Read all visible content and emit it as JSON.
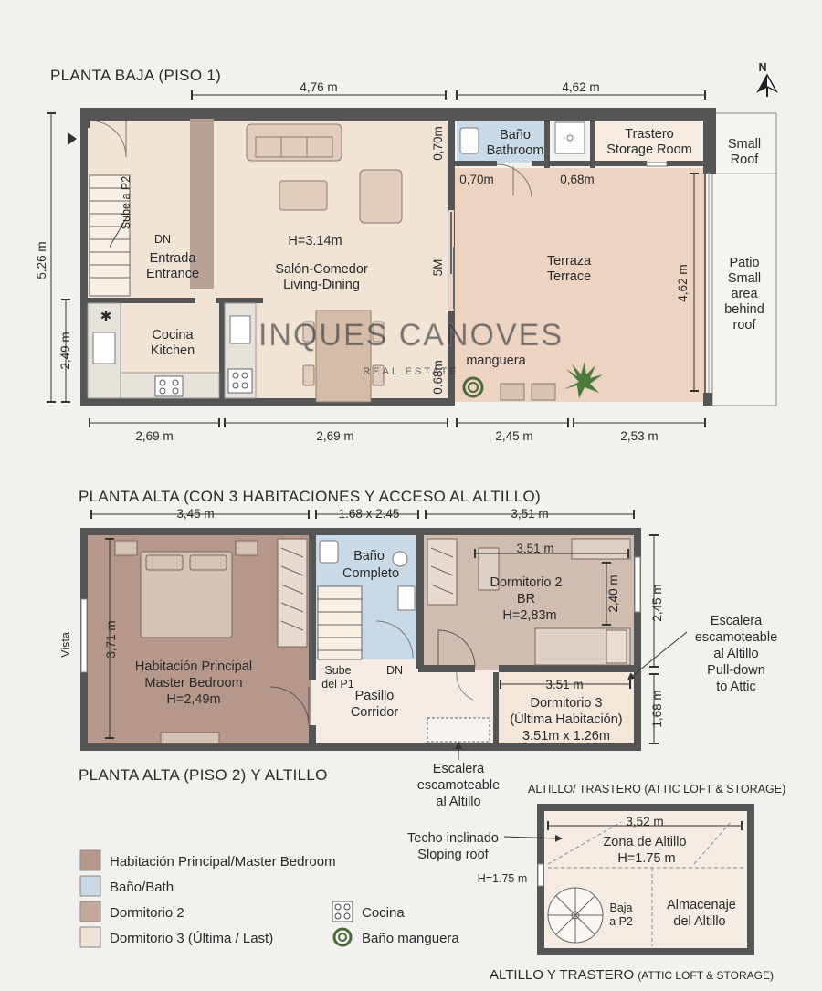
{
  "colors": {
    "wall": "#555555",
    "living": "#f1e4d4",
    "terrace": "#ecd3c2",
    "bath": "#c9d9e6",
    "master": "#b6978b",
    "bedroom2": "#cfbdb2",
    "bedroom3": "#f5e6da",
    "attic": "#f4ece2"
  },
  "compass": {
    "label": "N"
  },
  "watermark": {
    "brand": "INQUES CANOVES",
    "sub": "REAL ESTATE"
  },
  "ground": {
    "title": "PLANTA BAJA (PISO 1)",
    "dims": {
      "top_left": "4,76 m",
      "top_right": "4,62 m",
      "left_total": "5,26 m",
      "left_lower": "2,49 m",
      "bottom": [
        "2,69 m",
        "2,69 m",
        "2,45 m",
        "2,53 m"
      ]
    },
    "rooms": {
      "bath": [
        "Baño",
        "Bathroom"
      ],
      "storage": [
        "Trastero",
        "Storage Room"
      ],
      "small_roof": [
        "Small",
        "Roof"
      ],
      "patio": [
        "Patio",
        "Small",
        "area",
        "behind",
        "roof"
      ],
      "living": [
        "Salón-Comedor",
        "Living-Dining"
      ],
      "living_h": "H=3.14m",
      "terrace": [
        "Terraza",
        "Terrace"
      ],
      "entrance": [
        "Entrada",
        "Entrance"
      ],
      "kitchen": [
        "Cocina",
        "Kitchen"
      ],
      "stairs_up": "Sube a P2",
      "dn": "DN",
      "manguera": "manguera"
    },
    "inner_dims": {
      "bath_w": "0,70m",
      "storage_w": "0,68m",
      "bath_v": "0,70m",
      "mid_v": "5M",
      "low_v": "0.68m",
      "terrace_v": "4,62 m"
    }
  },
  "upper": {
    "title": "PLANTA ALTA (CON 3 HABITACIONES Y ACCESO AL ALTILLO)",
    "bottom_title": "PLANTA ALTA (PISO 2) Y ALTILLO",
    "dims": {
      "top": [
        "3,45 m",
        "1.68 x 2.45",
        "3,51 m"
      ],
      "right_upper": "2,45 m",
      "right_lower": "1,68 m"
    },
    "rooms": {
      "master": [
        "Habitación Principal",
        "Master Bedroom",
        "H=2,49m"
      ],
      "master_v": "3,71 m",
      "vista": "Vista",
      "bath": [
        "Baño",
        "Completo"
      ],
      "bed2": [
        "Dormitorio 2",
        "BR",
        "H=2,83m"
      ],
      "bed2_w": "3,51 m",
      "bed2_v": "2,40 m",
      "bed3": [
        "Dormitorio 3",
        "(Última Habitación)",
        "3.51m x 1.26m"
      ],
      "bed3_w": "3.51 m",
      "corridor": [
        "Pasillo",
        "Corridor"
      ],
      "stairs_up": [
        "Sube",
        "del P1"
      ],
      "dn": "DN"
    },
    "callout_right": [
      "Escalera",
      "escamoteable",
      "al Altillo",
      "Pull-down",
      "to Attic"
    ],
    "callout_bottom": [
      "Escalera",
      "escamoteable",
      "al Altillo"
    ]
  },
  "attic": {
    "title": "ALTILLO/ TRASTERO (ATTIC LOFT & STORAGE)",
    "bottom_title_main": "ALTILLO Y TRASTERO",
    "bottom_title_sub": "(ATTIC LOFT & STORAGE)",
    "width": "3,52 m",
    "zone": [
      "Zona de Altillo",
      "H=1.75 m"
    ],
    "storage": [
      "Almacenaje",
      "del Altillo"
    ],
    "down": [
      "Baja",
      "a P2"
    ],
    "left_h": "H=1.75 m",
    "sloping": [
      "Techo inclinado",
      "Sloping roof"
    ]
  },
  "legend": {
    "items": [
      {
        "label": "Habitación Principal/Master Bedroom",
        "color": "#b6978b"
      },
      {
        "label": "Baño/Bath",
        "color": "#c9d9e6"
      },
      {
        "label": "Dormitorio 2",
        "color": "#c4a89c"
      },
      {
        "label": "Dormitorio 3 (Última / Last)",
        "color": "#f1e2d6"
      }
    ],
    "icons": [
      {
        "label": "Cocina",
        "icon": "stove-icon"
      },
      {
        "label": "Baño manguera",
        "icon": "hose-icon"
      }
    ]
  }
}
